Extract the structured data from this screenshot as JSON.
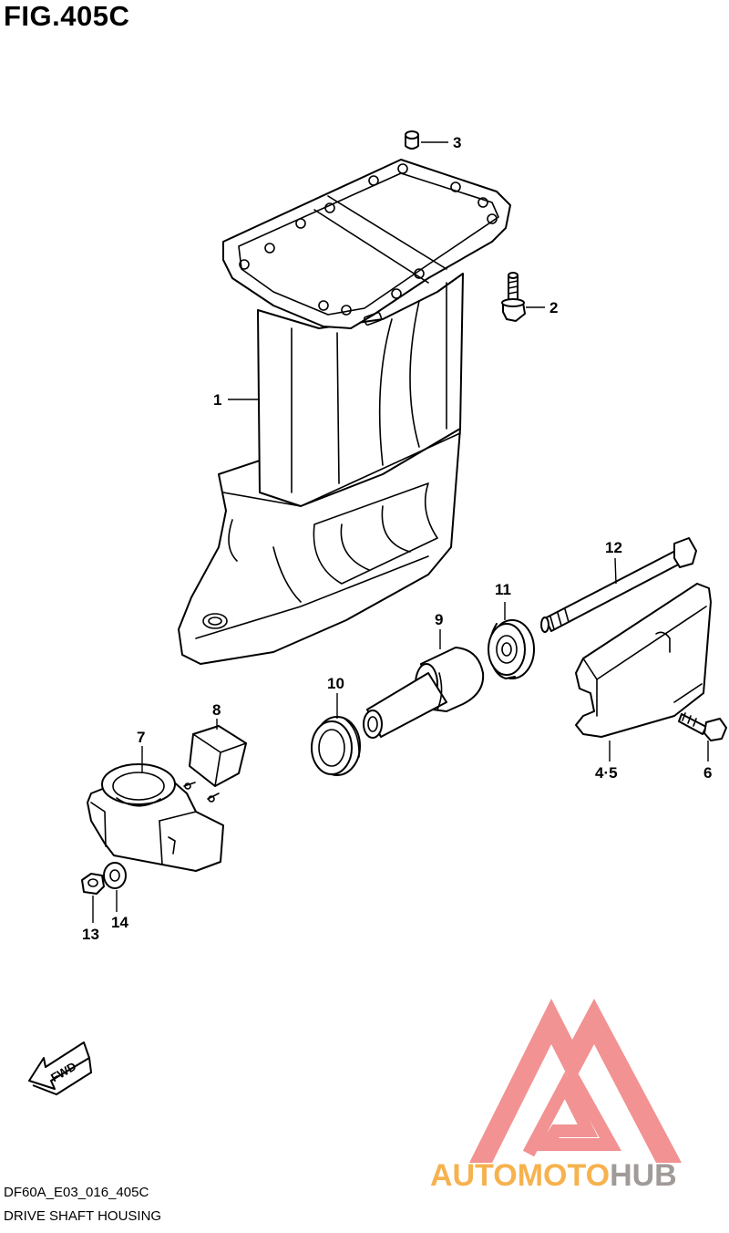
{
  "figure": {
    "title": "FIG.405C",
    "code": "DF60A_E03_016_405C",
    "caption": "DRIVE SHAFT HOUSING",
    "fwd_label": "FWD"
  },
  "parts": {
    "p1": "1",
    "p2": "2",
    "p3": "3",
    "p45": "4·5",
    "p6": "6",
    "p7": "7",
    "p8": "8",
    "p9": "9",
    "p10": "10",
    "p11": "11",
    "p12": "12",
    "p13": "13",
    "p14": "14"
  },
  "watermark": {
    "brand_text": "AUTOMOTOHUB",
    "colors": {
      "triangle": "#f08080",
      "auto_moto": "#f6b24e",
      "hub": "#a09a98"
    }
  }
}
